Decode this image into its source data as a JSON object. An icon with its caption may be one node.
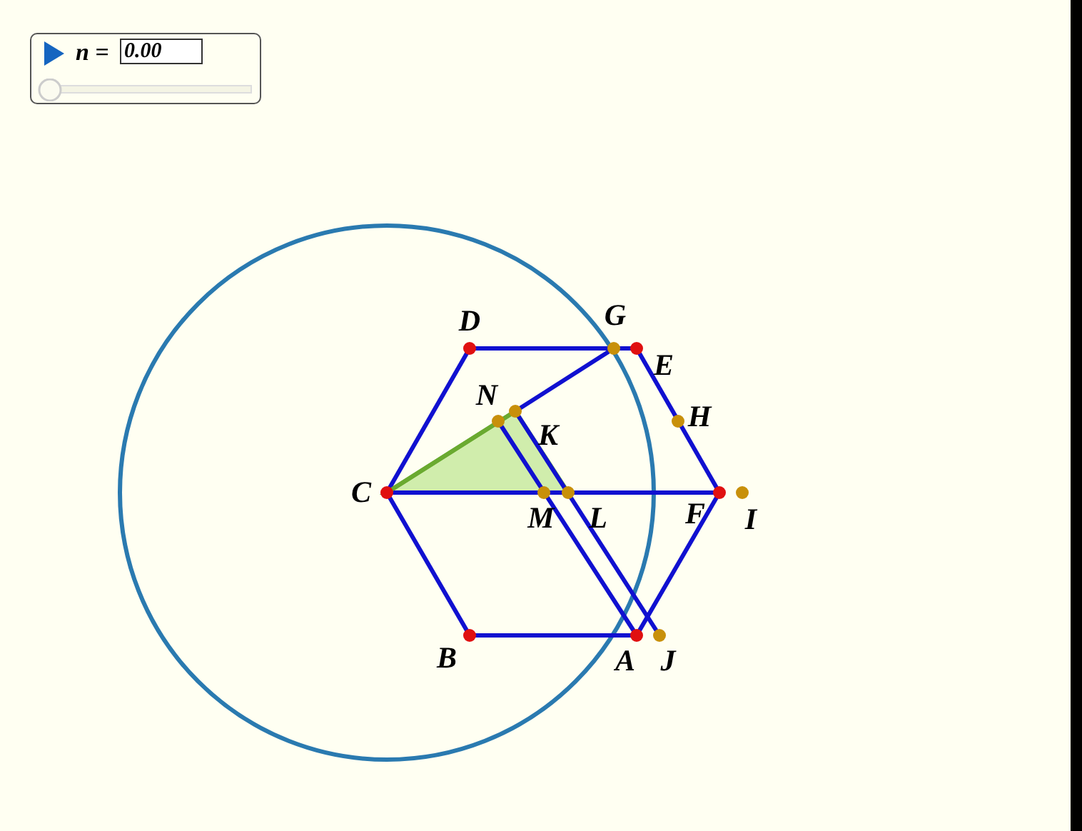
{
  "diagram": {
    "labels": [
      "*n* =",
      "0.00",
      "D",
      "G",
      "E",
      "N",
      "H",
      "K",
      "C",
      "M",
      "L",
      "F",
      "I",
      "B",
      "A",
      "J"
    ]
  }
}
